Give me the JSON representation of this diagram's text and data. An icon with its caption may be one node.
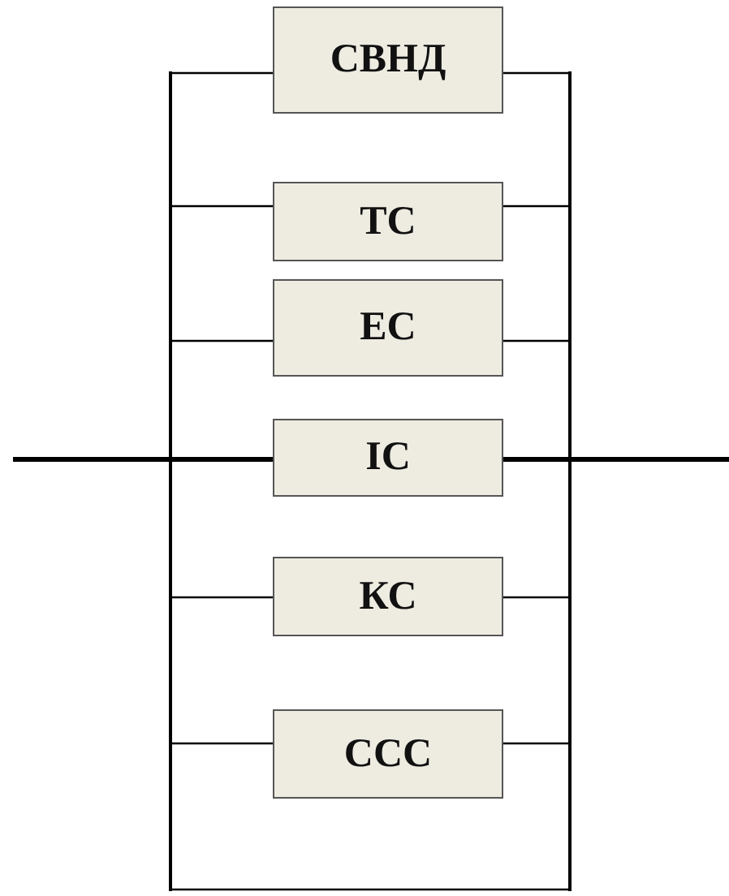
{
  "diagram": {
    "nodes": [
      {
        "text": [
          "СВНД"
        ]
      },
      {
        "text": [
          "ТС"
        ]
      },
      {
        "text": [
          "ЕС"
        ]
      },
      {
        "text": [
          "ІС"
        ]
      },
      {
        "text": [
          "КС"
        ]
      },
      {
        "text": [
          "ССС"
        ]
      },
      {
        "text": [],
        "shape": "bar"
      },
      {
        "text": [],
        "shape": "bar"
      }
    ],
    "edges": [
      {
        "from": 0,
        "to": 6,
        "arrow": "none"
      },
      {
        "from": 0,
        "to": 7,
        "arrow": "none"
      },
      {
        "from": 1,
        "to": 6,
        "arrow": "none"
      },
      {
        "from": 1,
        "to": 7,
        "arrow": "none"
      },
      {
        "from": 2,
        "to": 6,
        "arrow": "none"
      },
      {
        "from": 2,
        "to": 7,
        "arrow": "none"
      },
      {
        "from": 3,
        "to": 6,
        "arrow": "none",
        "style": "thick"
      },
      {
        "from": 3,
        "to": 7,
        "arrow": "none",
        "style": "thick"
      },
      {
        "from": 4,
        "to": 6,
        "arrow": "none"
      },
      {
        "from": 4,
        "to": 7,
        "arrow": "none"
      },
      {
        "from": 5,
        "to": 6,
        "arrow": "none"
      },
      {
        "from": 5,
        "to": 7,
        "arrow": "none"
      },
      {
        "from": null,
        "to": 6,
        "arrow": "none",
        "style": "thick"
      },
      {
        "from": 7,
        "to": null,
        "arrow": "none",
        "style": "thick"
      },
      {
        "from": 6,
        "to": 7,
        "arrow": "none"
      }
    ]
  }
}
